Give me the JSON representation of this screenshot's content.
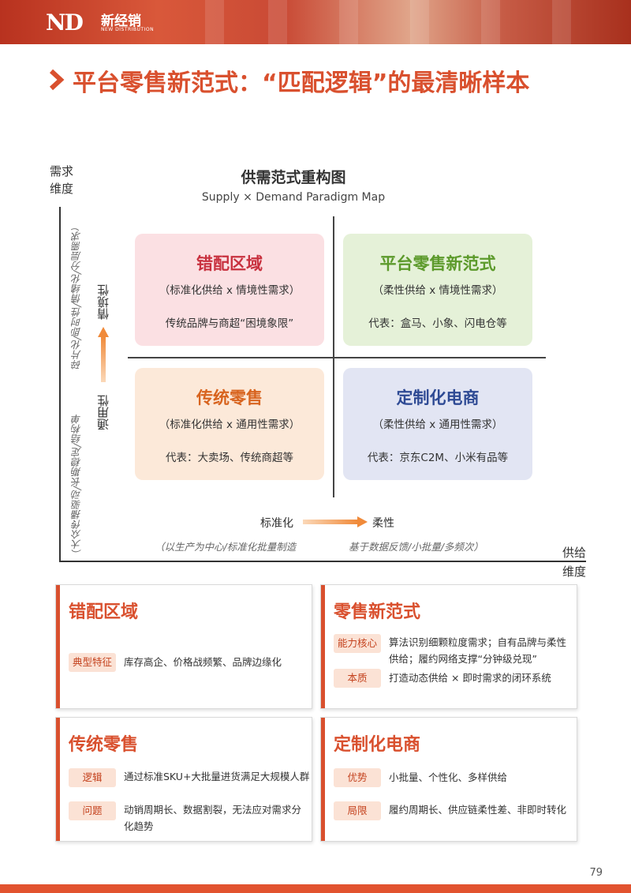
{
  "header": {
    "logo_mark": "ND",
    "logo_cn": "新经销",
    "logo_en": "NEW DISTRIBUTION"
  },
  "page_title": "平台零售新范式：“匹配逻辑”的最清晰样本",
  "diagram": {
    "title": "供需范式重构图",
    "subtitle": "Supply × Demand Paradigm Map",
    "y_axis": {
      "name_line1": "需求",
      "name_line2": "维度",
      "low_label": "通用性",
      "high_label": "情境性",
      "low_note": "（大众传播驱动/长期稳定/结构单",
      "high_note": "碎片化/即时性/情绪化/分层需求）"
    },
    "x_axis": {
      "name_line1": "供给",
      "name_line2": "维度",
      "low_label": "标准化",
      "high_label": "柔性",
      "low_note": "（以生产为中心/标准化批量制造",
      "high_note": "基于数据反馈/小批量/多频次）"
    },
    "quadrants": {
      "top_left": {
        "title": "错配区域",
        "sub": "（标准化供给 x 情境性需求）",
        "desc": "传统品牌与商超“困境象限”"
      },
      "top_right": {
        "title": "平台零售新范式",
        "sub": "（柔性供给 x 情境性需求）",
        "desc": "代表：盒马、小象、闪电仓等"
      },
      "bottom_left": {
        "title": "传统零售",
        "sub": "（标准化供给 x 通用性需求）",
        "desc": "代表：大卖场、传统商超等"
      },
      "bottom_right": {
        "title": "定制化电商",
        "sub": "（柔性供给 x 通用性需求）",
        "desc": "代表：京东C2M、小米有品等"
      }
    }
  },
  "cards": {
    "mismatch": {
      "title": "错配区域",
      "rows": [
        {
          "tag": "典型特征",
          "text": "库存高企、价格战频繁、品牌边缘化"
        }
      ]
    },
    "new_retail": {
      "title": "零售新范式",
      "rows": [
        {
          "tag": "能力核心",
          "text": "算法识别细颗粒度需求；自有品牌与柔性供给；履约网络支撑“分钟级兑现”"
        },
        {
          "tag": "本质",
          "text": "打造动态供给 × 即时需求的闭环系统"
        }
      ]
    },
    "traditional": {
      "title": "传统零售",
      "rows": [
        {
          "tag": "逻辑",
          "text": "通过标准SKU+大批量进货满足大规模人群"
        },
        {
          "tag": "问题",
          "text": "动销周期长、数据割裂，无法应对需求分化趋势"
        }
      ]
    },
    "custom": {
      "title": "定制化电商",
      "rows": [
        {
          "tag": "优势",
          "text": "小批量、个性化、多样供给"
        },
        {
          "tag": "局限",
          "text": "履约周期长、供应链柔性差、非即时转化"
        }
      ]
    }
  },
  "page_number": "79",
  "colors": {
    "accent": "#d9502e",
    "mismatch": "#c8313f",
    "platform": "#5c9a2b",
    "traditional": "#d8641f",
    "custom": "#2e4a94"
  }
}
